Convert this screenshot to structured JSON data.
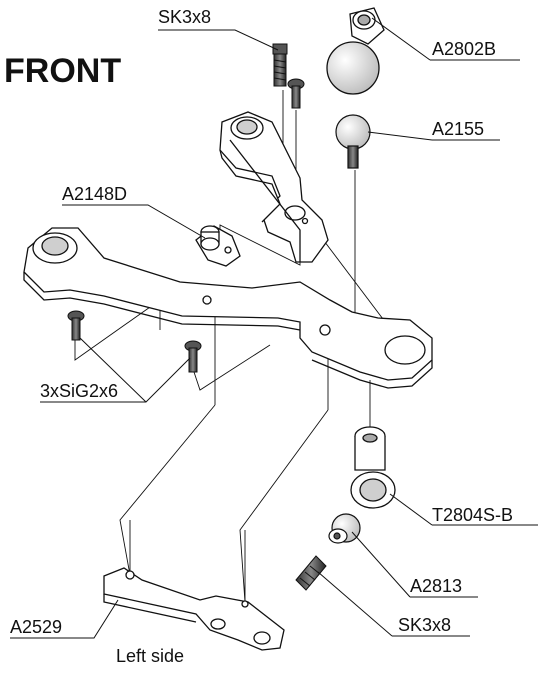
{
  "heading": "FRONT",
  "caption": "Left side",
  "labels": {
    "sk3x8_top": "SK3x8",
    "a2802b": "A2802B",
    "a2155": "A2155",
    "a2148d": "A2148D",
    "sig": "3xSiG2x6",
    "t2804sb": "T2804S-B",
    "a2813": "A2813",
    "a2529": "A2529",
    "sk3x8_bottom": "SK3x8"
  },
  "colors": {
    "line": "#111111",
    "part_fill": "#ffffff",
    "metal": "#dcdcdc"
  }
}
